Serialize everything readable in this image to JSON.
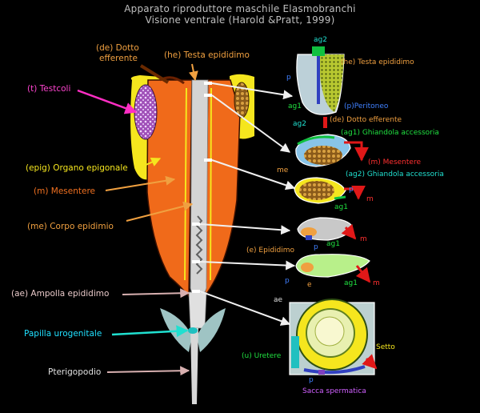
{
  "title": {
    "line1": "Apparato riproduttore maschile Elasmobranchi",
    "line2": "Visione ventrale (Harold &Pratt, 1999)"
  },
  "labels": {
    "dotto_efferente_1": "(de) Dotto",
    "dotto_efferente_2": "efferente",
    "testa_epididimo": "(he) Testa epididimo",
    "testicoli": "(t) Testcoli",
    "organo_epigonale": "(epig) Organo epigonale",
    "mesentere": "(m) Mesentere",
    "corpo_epididimo": "(me) Corpo epidimio",
    "ampolla_epididimo": "(ae) Ampolla epididimo",
    "papilla_urogenitale": "Papilla urogenitale",
    "pterigopodio": "Pterigopodio"
  },
  "sections": {
    "s1": {
      "ag2": "ag2",
      "he": "(he) Testa epididimo",
      "p": "p",
      "ag1": "ag1",
      "peritoneo": "(p)Peritoneo",
      "de": "(de) Dotto efferente"
    },
    "s2": {
      "ag2": "ag2",
      "ag1": "(ag1) Ghiandola accessoria",
      "m": "(m) Mesentere",
      "me": "me"
    },
    "s3": {
      "ag2": "(ag2) Ghiandola accessoria",
      "p": "p",
      "ag1": "ag1",
      "m": "m"
    },
    "s4": {
      "m": "m",
      "p": "p",
      "e": "(e) Epididimo"
    },
    "s5": {
      "ag1": "ag1",
      "p": "p",
      "e": "e",
      "m": "m"
    },
    "s6": {
      "ag1": "ag1",
      "ae": "ae",
      "setto": "Setto",
      "uretere": "(u) Uretere",
      "p": "p",
      "sacca": "Sacca spermatica"
    }
  },
  "colors": {
    "background": "#000000",
    "orange_organ": "#f06a1a",
    "yellow_organ": "#f5e61e",
    "testis_purple": "#b060c0",
    "gland_green": "#b8f08a",
    "arrow_red": "#e01818",
    "arrow_pink": "#ff2ec4",
    "grey_tissue": "#c8c8c8"
  }
}
